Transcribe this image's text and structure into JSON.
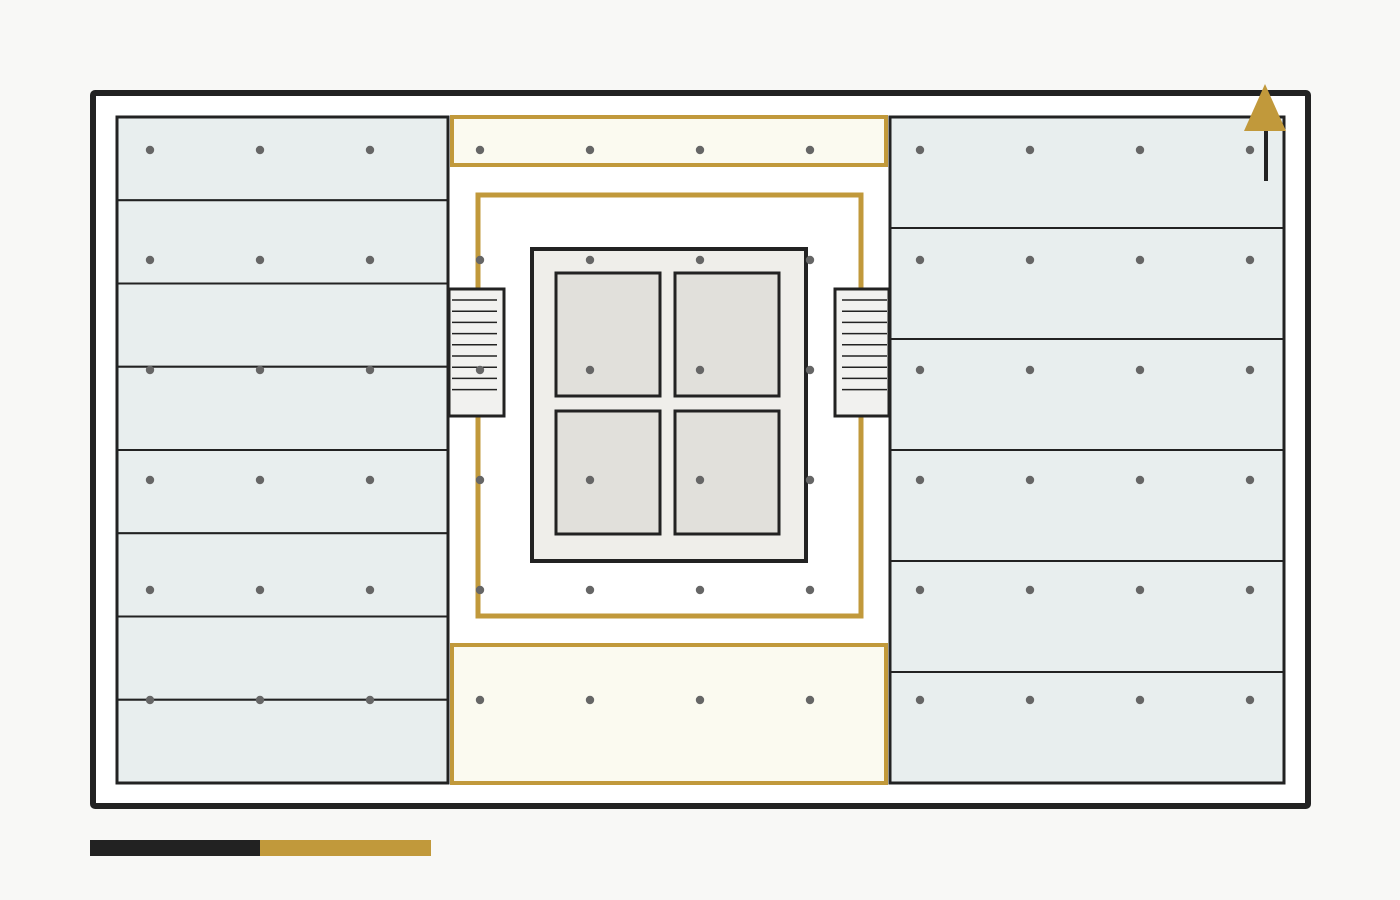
{
  "floor_plan": {
    "colors": {
      "page_background": "#f8f8f6",
      "wall": "#222222",
      "building_fill": "#ffffff",
      "office_zone_fill": "#e8eeee",
      "accent_gold": "#c1993b",
      "accent_zone_fill": "#fbfaf0",
      "core_fill": "#efeeea",
      "core_room_fill": "#e1e0db",
      "stair_fill": "#f1f1ef",
      "column_dot": "#666666"
    },
    "west_wing": {
      "room_count": 8
    },
    "east_wing": {
      "room_count": 6
    },
    "central_core": {
      "room_count": 4
    },
    "stairs": {
      "count": 2,
      "treads_each": 9
    },
    "column_grid": {
      "columns": 11,
      "rows": 6
    },
    "north_arrow": {
      "icon": "north-arrow-icon"
    },
    "scale_bar": {
      "segments": 2,
      "colors": [
        "#222222",
        "#c1993b"
      ]
    }
  }
}
